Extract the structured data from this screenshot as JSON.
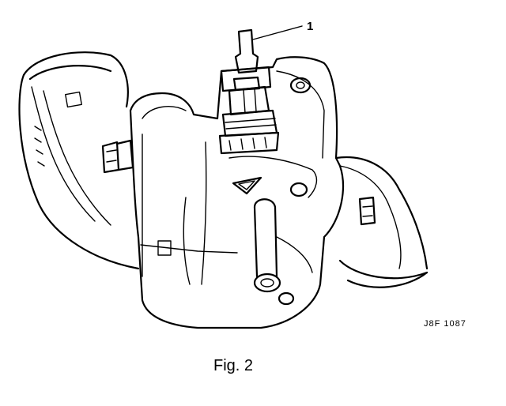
{
  "figure": {
    "caption": "Fig. 2",
    "callouts": [
      {
        "number": "1"
      }
    ],
    "reference_code": "J8F 1087"
  }
}
